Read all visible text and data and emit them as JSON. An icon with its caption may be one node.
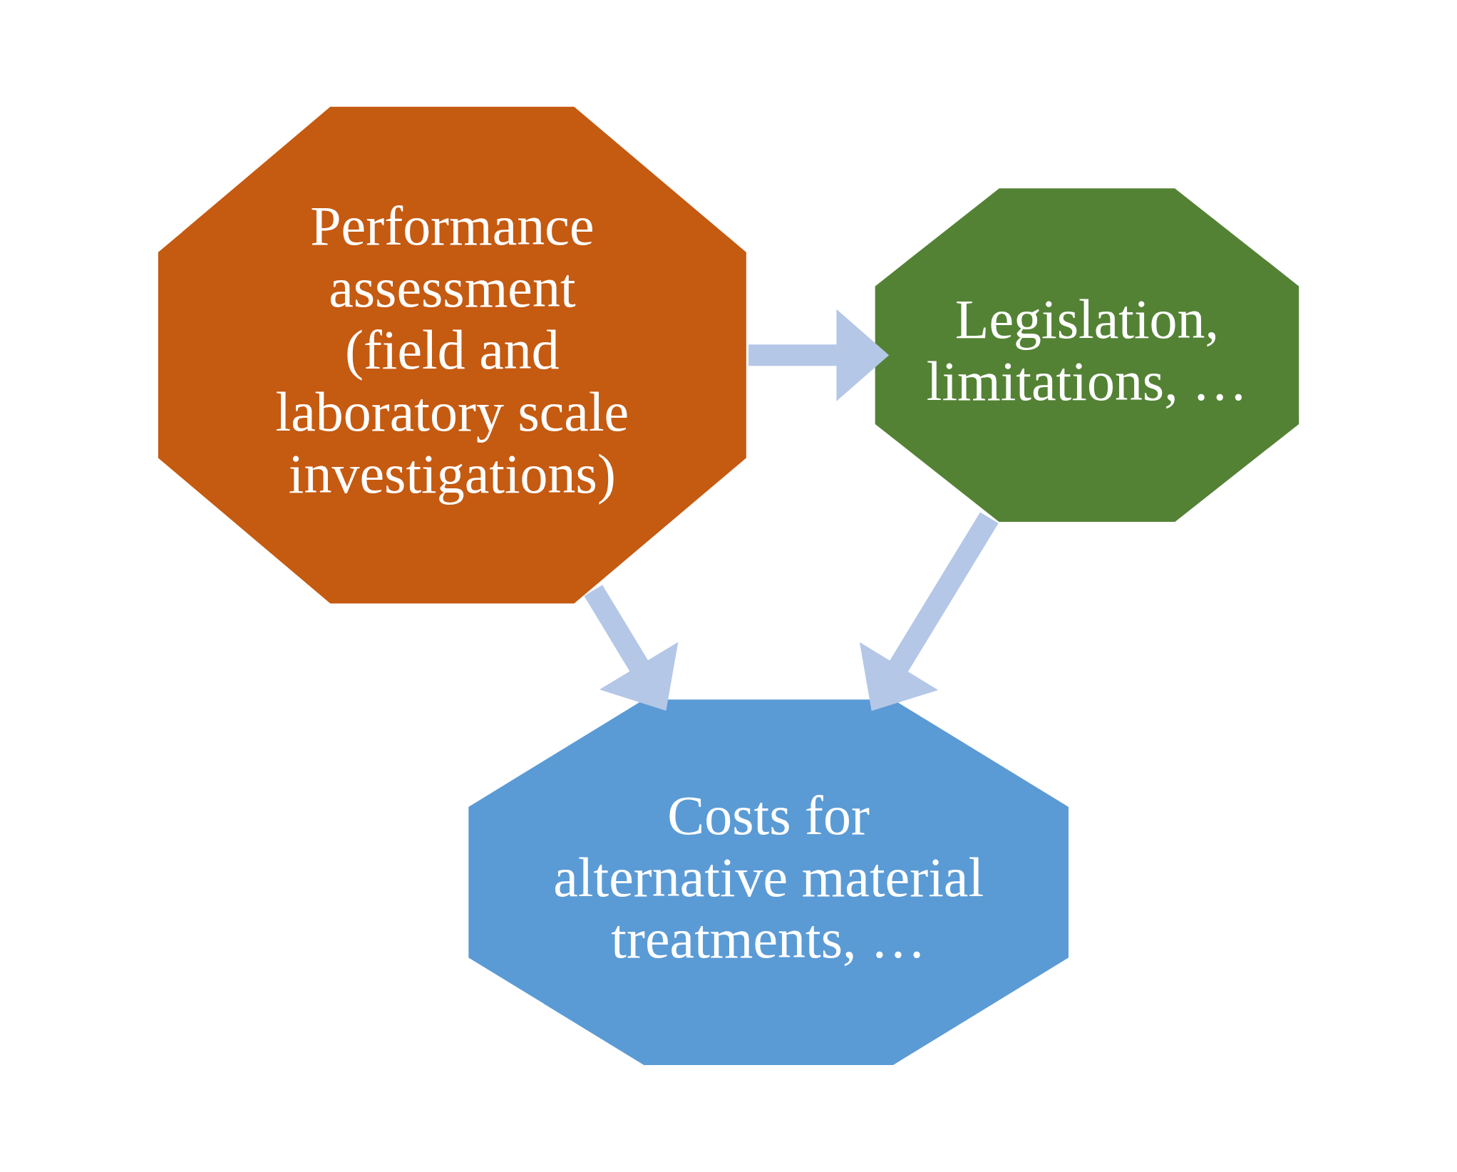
{
  "diagram": {
    "nodes": [
      {
        "text": [
          "Performance assessment (field and laboratory scale investigations)"
        ]
      },
      {
        "text": [
          "Legislation, limitations, …"
        ]
      },
      {
        "text": [
          "Costs for alternative material treatments, …"
        ]
      }
    ],
    "edges": [
      {
        "from": 0,
        "to": 1,
        "arrow": "to"
      },
      {
        "from": 1,
        "to": 2,
        "arrow": "to"
      },
      {
        "from": 0,
        "to": 2,
        "arrow": "to"
      }
    ]
  }
}
